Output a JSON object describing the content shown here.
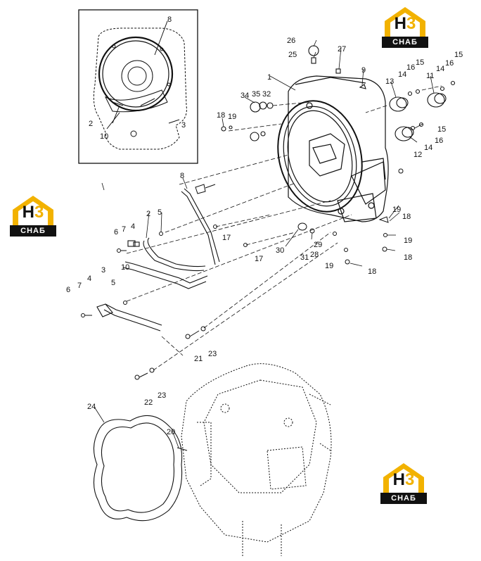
{
  "callouts": [
    {
      "id": "c8a",
      "text": "8"
    },
    {
      "id": "c2a",
      "text": "2"
    },
    {
      "id": "c10a",
      "text": "10"
    },
    {
      "id": "c3a",
      "text": "3"
    },
    {
      "id": "c26",
      "text": "26"
    },
    {
      "id": "c25",
      "text": "25"
    },
    {
      "id": "c27",
      "text": "27"
    },
    {
      "id": "c9",
      "text": "9"
    },
    {
      "id": "c1",
      "text": "1"
    },
    {
      "id": "c13",
      "text": "13"
    },
    {
      "id": "c14a",
      "text": "14"
    },
    {
      "id": "c16a",
      "text": "16"
    },
    {
      "id": "c15a",
      "text": "15"
    },
    {
      "id": "c11",
      "text": "11"
    },
    {
      "id": "c14b",
      "text": "14"
    },
    {
      "id": "c16b",
      "text": "16"
    },
    {
      "id": "c15b",
      "text": "15"
    },
    {
      "id": "c34",
      "text": "34"
    },
    {
      "id": "c35",
      "text": "35"
    },
    {
      "id": "c32",
      "text": "32"
    },
    {
      "id": "c18a",
      "text": "18"
    },
    {
      "id": "c19a",
      "text": "19"
    },
    {
      "id": "c15c",
      "text": "15"
    },
    {
      "id": "c16c",
      "text": "16"
    },
    {
      "id": "c14c",
      "text": "14"
    },
    {
      "id": "c12",
      "text": "12"
    },
    {
      "id": "c8b",
      "text": "8"
    },
    {
      "id": "c6a",
      "text": "6"
    },
    {
      "id": "c7a",
      "text": "7"
    },
    {
      "id": "c4a",
      "text": "4"
    },
    {
      "id": "c2b",
      "text": "2"
    },
    {
      "id": "c5a",
      "text": "5"
    },
    {
      "id": "c17a",
      "text": "17"
    },
    {
      "id": "c17b",
      "text": "17"
    },
    {
      "id": "c30",
      "text": "30"
    },
    {
      "id": "c31",
      "text": "31"
    },
    {
      "id": "c28",
      "text": "28"
    },
    {
      "id": "c29",
      "text": "29"
    },
    {
      "id": "c19b",
      "text": "19"
    },
    {
      "id": "c18b",
      "text": "18"
    },
    {
      "id": "c19c",
      "text": "19"
    },
    {
      "id": "c18c",
      "text": "18"
    },
    {
      "id": "c19d",
      "text": "19"
    },
    {
      "id": "c18d",
      "text": "18"
    },
    {
      "id": "c10b",
      "text": "10"
    },
    {
      "id": "c6b",
      "text": "6"
    },
    {
      "id": "c7b",
      "text": "7"
    },
    {
      "id": "c4b",
      "text": "4"
    },
    {
      "id": "c3b",
      "text": "3"
    },
    {
      "id": "c5b",
      "text": "5"
    },
    {
      "id": "c21",
      "text": "21"
    },
    {
      "id": "c23a",
      "text": "23"
    },
    {
      "id": "c22",
      "text": "22"
    },
    {
      "id": "c23b",
      "text": "23"
    },
    {
      "id": "c24",
      "text": "24"
    },
    {
      "id": "c20",
      "text": "20"
    }
  ],
  "logos": [
    {
      "mark_h": "H",
      "mark_3": "3",
      "brand": "СНАБ"
    },
    {
      "mark_h": "H",
      "mark_3": "3",
      "brand": "СНАБ"
    },
    {
      "mark_h": "H",
      "mark_3": "3",
      "brand": "СНАБ"
    }
  ],
  "colors": {
    "line": "#111111",
    "logo_accent": "#f2b200",
    "logo_dark": "#111111"
  }
}
